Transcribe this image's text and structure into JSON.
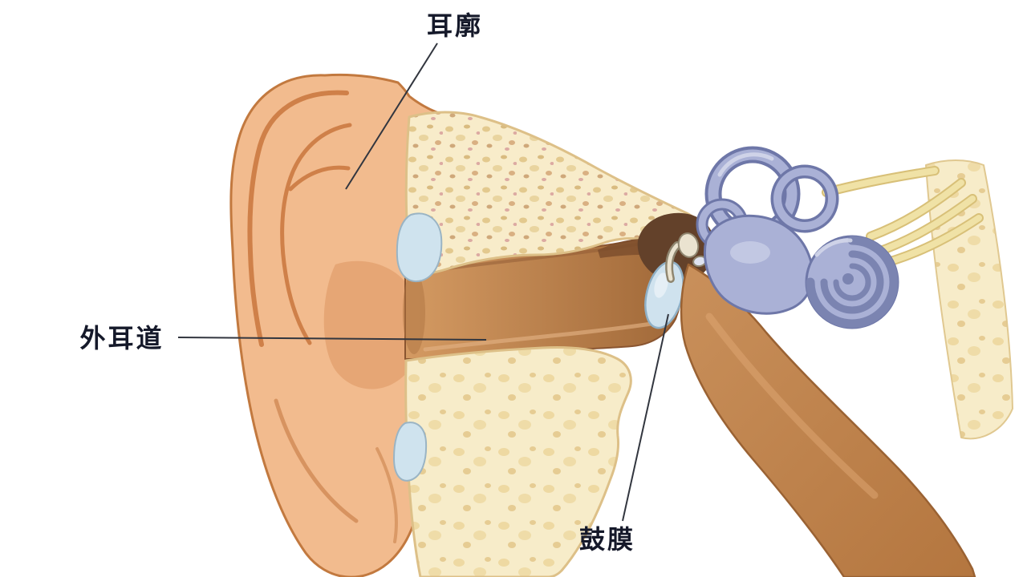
{
  "diagram": {
    "labels": {
      "auricle": "耳廓",
      "ear_canal": "外耳道",
      "eardrum": "鼓膜"
    }
  },
  "colors": {
    "background": "#ffffff",
    "label_text": "#15192a",
    "leader_line": "#32363f",
    "skin": "#f2bb8e",
    "skin_outline": "#c2793f",
    "skin_shadow": "#d08a55",
    "bone": "#f8ecca",
    "bone_outline": "#ddc088",
    "canal": "#c08148",
    "canal_deep": "#9c6436",
    "cartilage": "#cfe3ee",
    "cartilage_outline": "#9ab4c4",
    "cavity": "#63412a",
    "eardrum": "#cfe2ee",
    "eardrum_outline": "#8fb0c6",
    "ossicle": "#eae3d0",
    "ossicle_outline": "#8f8670",
    "inner_ear": "#aab1d6",
    "inner_ear_outline": "#6e77a8",
    "inner_ear_highlight": "#d3d7ea",
    "nerve": "#f0e2a6",
    "nerve_outline": "#d8c078",
    "tube": "#c48a52",
    "tube_outline": "#9a6233"
  }
}
